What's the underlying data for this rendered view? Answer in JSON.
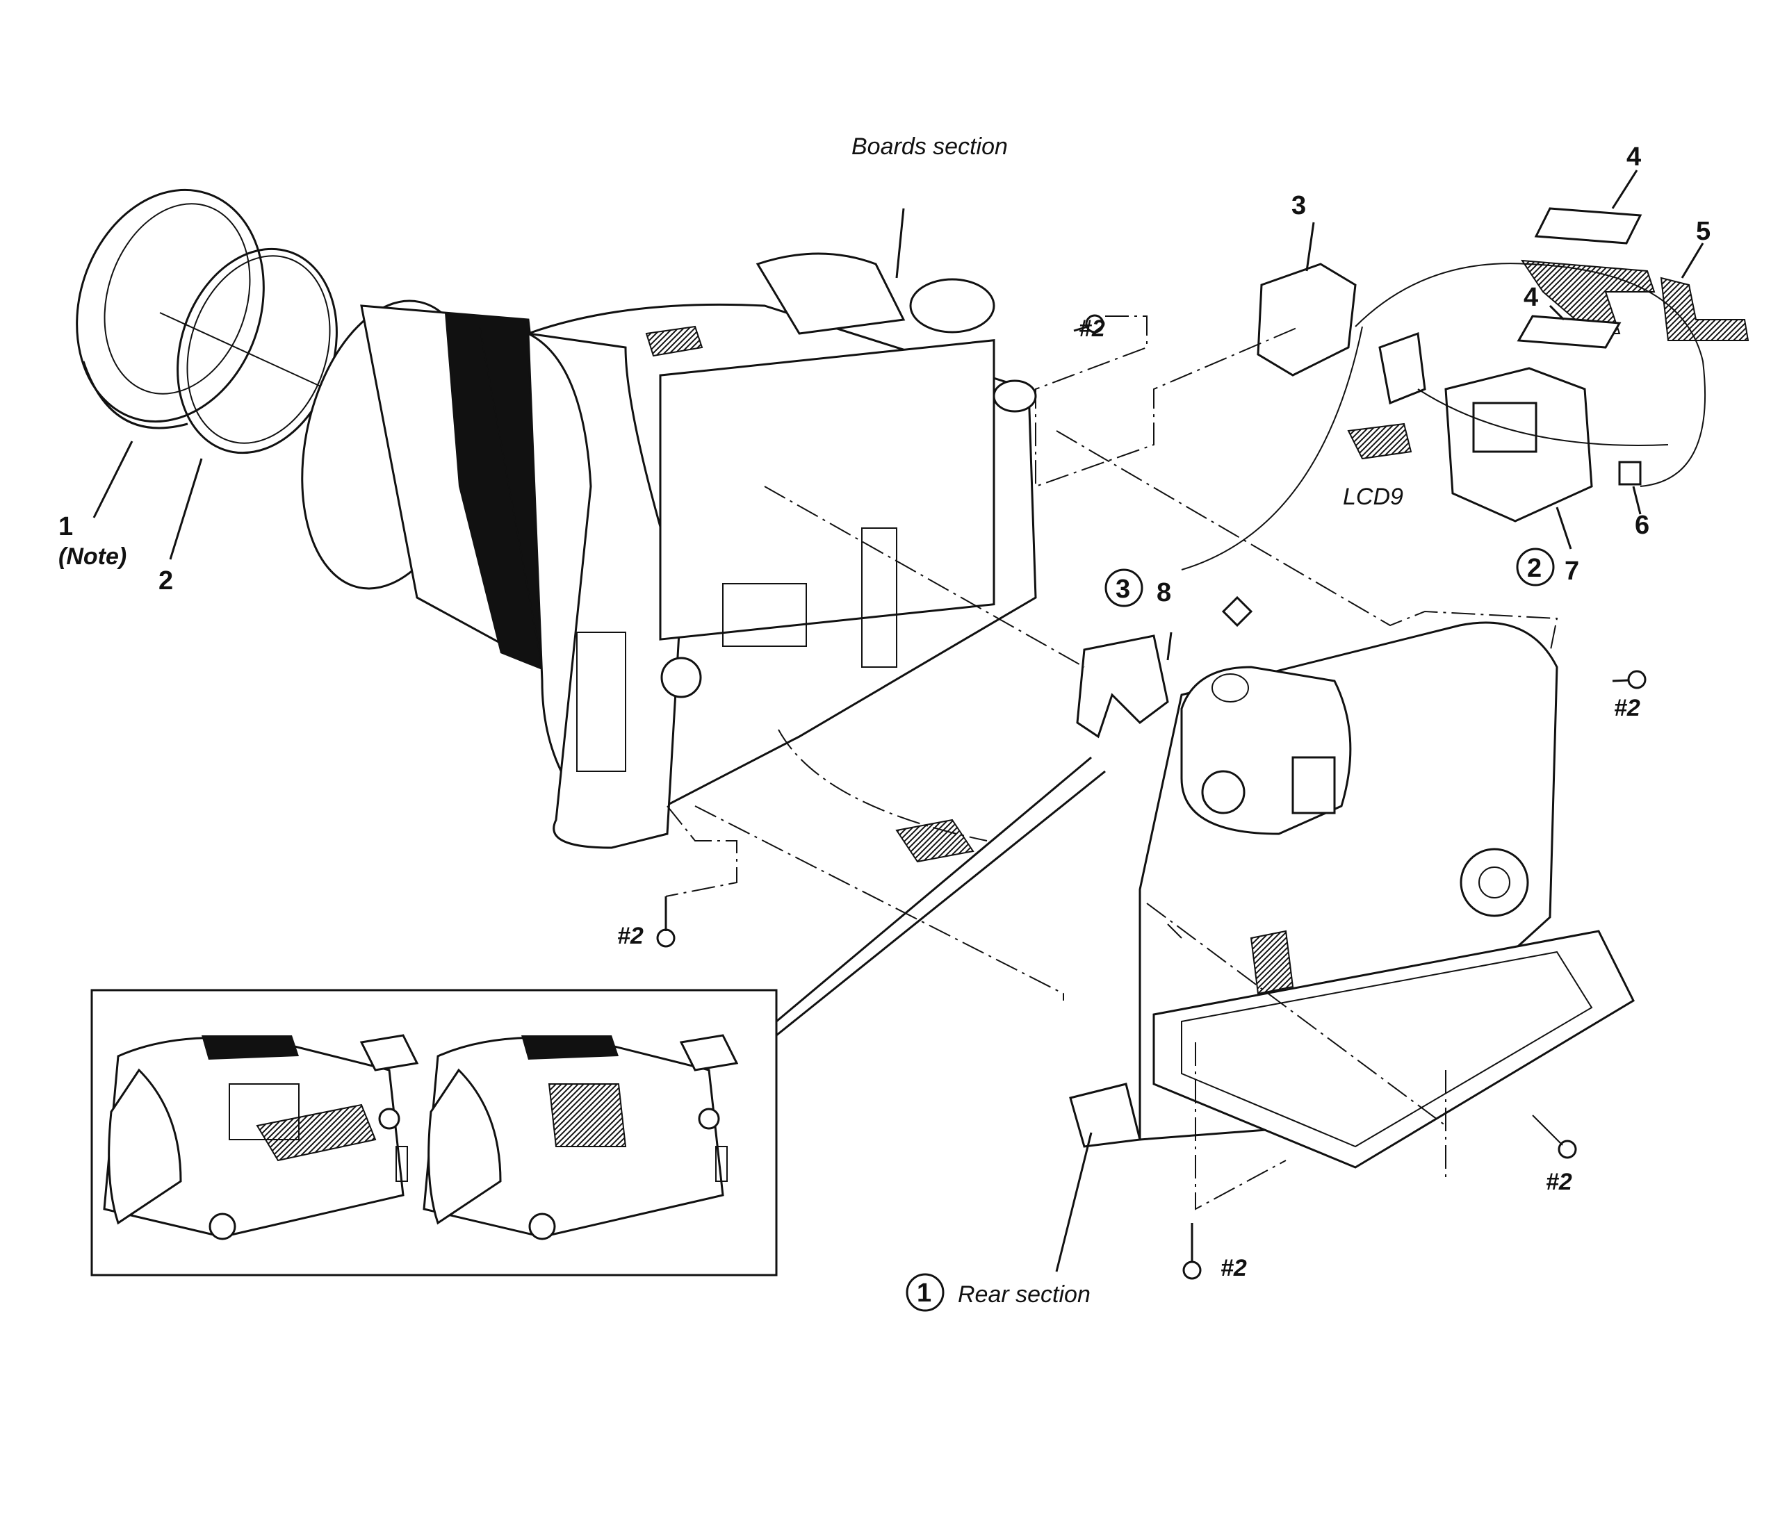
{
  "sections": {
    "boards": "Boards section",
    "rear": "Rear section",
    "rear_circle": "1"
  },
  "callouts": {
    "p1": "1",
    "p1_note": "(Note)",
    "p2": "2",
    "p3": "3",
    "p4a": "4",
    "p4b": "4",
    "p5": "5",
    "p6": "6",
    "p7": "7",
    "p7_circle": "2",
    "p8": "8",
    "p8_circle": "3",
    "lcd": "LCD9"
  },
  "screws": {
    "s_top": "#2",
    "s_right": "#2",
    "s_left": "#2",
    "s_lcd": "#2",
    "s_bottom": "#2"
  }
}
